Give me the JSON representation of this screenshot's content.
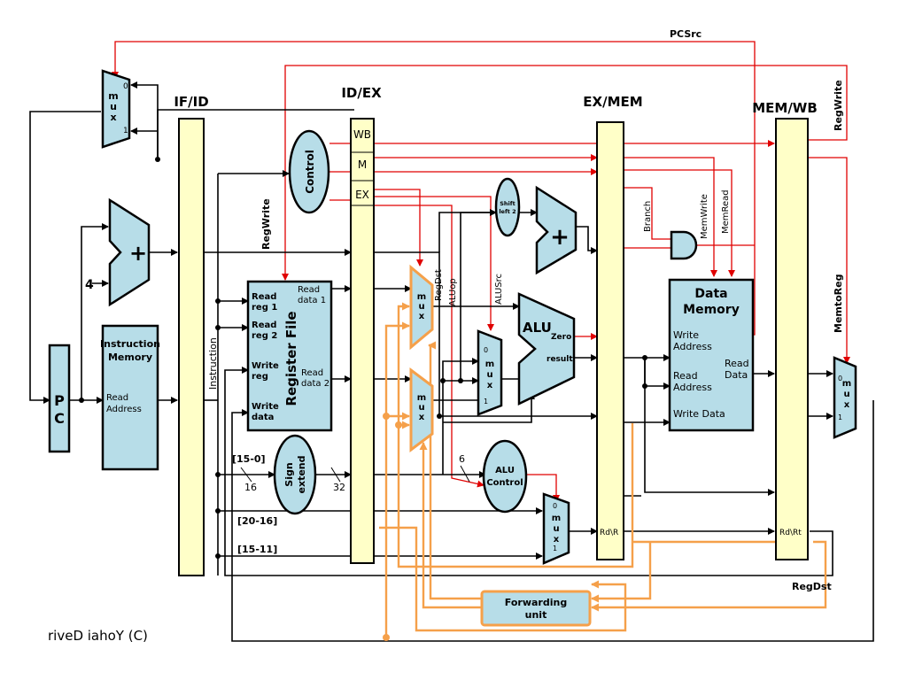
{
  "pipeline": {
    "if_id": "IF/ID",
    "id_ex": "ID/EX",
    "ex_mem": "EX/MEM",
    "mem_wb": "MEM/WB"
  },
  "idex_fields": {
    "wb": "WB",
    "m": "M",
    "ex": "EX"
  },
  "signals": {
    "pcsrc": "PCSrc",
    "regwrite_right": "RegWrite",
    "regwrite_left": "RegWrite",
    "regdst_vert": "RegDst",
    "aluop": "ALUop",
    "alusrc": "ALUSrc",
    "branch": "Branch",
    "memwrite": "MemWrite",
    "memread": "MemRead",
    "memtoreg": "MemtoReg",
    "regdst_bottom": "RegDst",
    "instruction": "Instruction"
  },
  "blocks": {
    "pc": {
      "l1": "P",
      "l2": "C"
    },
    "imem": {
      "title1": "Instruction",
      "title2": "Memory",
      "port1": "Read",
      "port2": "Address"
    },
    "control": "Control",
    "regfile": {
      "title": "Register File",
      "rr1a": "Read",
      "rr1b": "reg 1",
      "rr2a": "Read",
      "rr2b": "reg 2",
      "wra": "Write",
      "wrb": "reg",
      "wda": "Write",
      "wdb": "data",
      "rd1a": "Read",
      "rd1b": "data 1",
      "rd2a": "Read",
      "rd2b": "data 2"
    },
    "signext": {
      "l1": "Sign",
      "l2": "extend"
    },
    "shift": {
      "l1": "Shift",
      "l2": "left 2"
    },
    "alu": {
      "name": "ALU",
      "zero": "Zero",
      "result": "result"
    },
    "alucontrol": {
      "l1": "ALU",
      "l2": "Control"
    },
    "dmem": {
      "title1": "Data",
      "title2": "Memory",
      "wa1": "Write",
      "wa2": "Address",
      "ra1": "Read",
      "ra2": "Address",
      "wd": "Write Data",
      "rd1": "Read",
      "rd2": "Data"
    },
    "forwarding": {
      "l1": "Forwarding",
      "l2": "unit"
    },
    "mux_letters": [
      "m",
      "u",
      "x"
    ],
    "mux_sel0": "0",
    "mux_sel1": "1"
  },
  "labels": {
    "four": "4",
    "bits_15_0": "[15-0]",
    "bits_20_16": "[20-16]",
    "bits_15_11": "[15-11]",
    "w16": "16",
    "w32": "32",
    "w6": "6",
    "rd_r": "Rd\\R",
    "rd_rt": "Rd\\Rt",
    "adder_plus": "+"
  },
  "copyright": "riveD iahoY  (C)"
}
